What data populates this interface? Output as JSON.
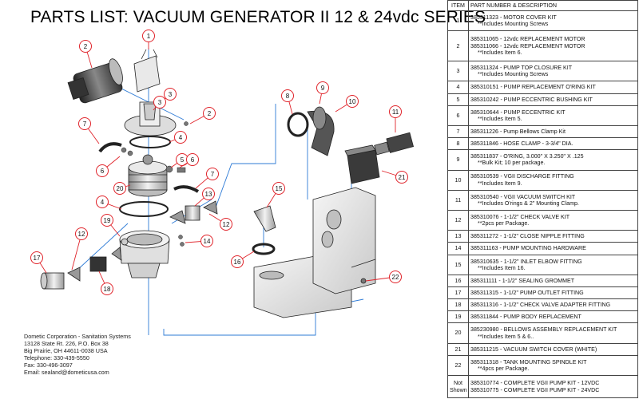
{
  "title": "PARTS LIST:  VACUUM GENERATOR II  12 & 24vdc SERIES",
  "table": {
    "headers": {
      "item": "ITEM",
      "description": "PART NUMBER & DESCRIPTION"
    },
    "rows": [
      {
        "item": "1",
        "lines": [
          "385311323 - MOTOR COVER KIT",
          "**Includes Mounting Screws"
        ]
      },
      {
        "item": "2",
        "lines": [
          "385311065 - 12vdc REPLACEMENT MOTOR",
          "385311066 - 12vdc REPLACEMENT MOTOR",
          "**Includes Item 6."
        ]
      },
      {
        "item": "3",
        "lines": [
          "385311324 - PUMP TOP CLOSURE KIT",
          "**Includes Mounting Screws"
        ]
      },
      {
        "item": "4",
        "lines": [
          "385310151 - PUMP REPLACEMENT O'RING KIT"
        ]
      },
      {
        "item": "5",
        "lines": [
          "385310242 - PUMP ECCENTRIC BUSHING KIT"
        ]
      },
      {
        "item": "6",
        "lines": [
          "385310644 - PUMP ECCENTRIC KIT",
          "**Includes Item 5."
        ]
      },
      {
        "item": "7",
        "lines": [
          "385311226 - Pump Bellows Clamp Kit"
        ]
      },
      {
        "item": "8",
        "lines": [
          "385311846 - HOSE CLAMP - 3-3/4\" DIA."
        ]
      },
      {
        "item": "9",
        "lines": [
          "385311837 - O'RING, 3.000\" X 3.250\" X .125",
          "**Bulk Kit; 10 per package."
        ]
      },
      {
        "item": "10",
        "lines": [
          "385310539 - VGII DISCHARGE FITTING",
          "**Includes Item 9."
        ]
      },
      {
        "item": "11",
        "lines": [
          "385310540 - VGII VACUUM SWITCH KIT",
          "**Includes O'rings & 2\" Mounting Clamp."
        ]
      },
      {
        "item": "12",
        "lines": [
          "385310076 - 1-1/2\" CHECK VALVE KIT",
          "**2pcs per Package."
        ]
      },
      {
        "item": "13",
        "lines": [
          "385311272 - 1-1/2\" CLOSE NIPPLE FITTING"
        ]
      },
      {
        "item": "14",
        "lines": [
          "385311163 - PUMP MOUNTING HARDWARE"
        ]
      },
      {
        "item": "15",
        "lines": [
          "385310635 - 1-1/2\" INLET ELBOW FITTING",
          "**Includes Item 16."
        ]
      },
      {
        "item": "16",
        "lines": [
          "385311111 - 1-1/2\" SEALING GROMMET"
        ]
      },
      {
        "item": "17",
        "lines": [
          "385311315 - 1-1/2\" PUMP OUTLET FITTING"
        ]
      },
      {
        "item": "18",
        "lines": [
          "385311316 - 1-1/2\" CHECK VALVE ADAPTER FITTING"
        ]
      },
      {
        "item": "19",
        "lines": [
          "385311844 - PUMP BODY REPLACEMENT"
        ]
      },
      {
        "item": "20",
        "lines": [
          "385230980 - BELLOWS ASSEMBLY REPLACEMENT KIT",
          "**Includes Item 5 & 6.."
        ]
      },
      {
        "item": "21",
        "lines": [
          "385311215 - VACUUM SWITCH COVER (WHITE)"
        ]
      },
      {
        "item": "22",
        "lines": [
          "385311318 - TANK MOUNTING SPINDLE KIT",
          "**4pcs per Package."
        ]
      },
      {
        "item": "Not Shown",
        "lines": [
          "385310774 - COMPLETE VGII PUMP KIT - 12VDC",
          "385310775 - COMPLETE VGII PUMP KIT - 24VDC"
        ]
      }
    ]
  },
  "contact": {
    "lines": [
      "Dometic Corporation - Sanitation Systems",
      "13128 State Rt. 226, P.O. Box 38",
      "Big Prairie, OH 44611-0038 USA",
      "Telephone: 330-439-5550",
      "Fax: 330-496-3097",
      "Email: sealand@dometicusa.com"
    ]
  },
  "callouts": [
    "1",
    "2",
    "2",
    "3",
    "3",
    "4",
    "4",
    "5",
    "6",
    "6",
    "7",
    "7",
    "8",
    "9",
    "10",
    "11",
    "12",
    "12",
    "13",
    "14",
    "15",
    "16",
    "17",
    "18",
    "19",
    "20",
    "21",
    "22"
  ],
  "colors": {
    "callout": "#e0232a",
    "leader": "#2e7bd6",
    "part_stroke": "#222222"
  }
}
